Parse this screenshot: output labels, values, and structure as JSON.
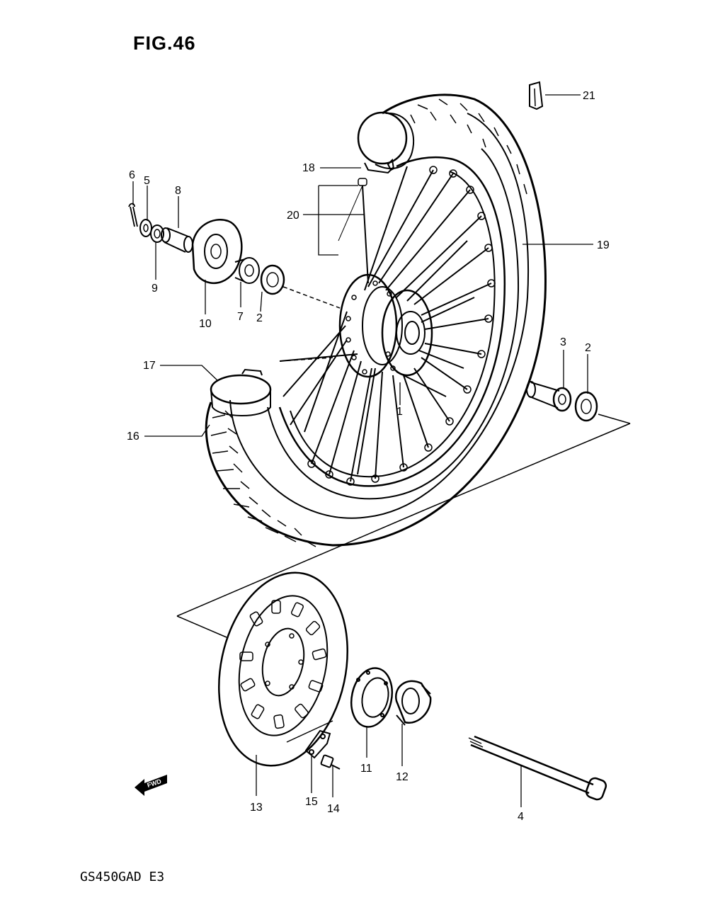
{
  "figure_title": "FIG.46",
  "model_code": "GS450GAD E3",
  "fwd_label": "FWD",
  "callouts": [
    "1",
    "2",
    "3",
    "4",
    "5",
    "6",
    "7",
    "8",
    "9",
    "10",
    "11",
    "12",
    "13",
    "14",
    "15",
    "16",
    "17",
    "18",
    "19",
    "20",
    "21"
  ]
}
